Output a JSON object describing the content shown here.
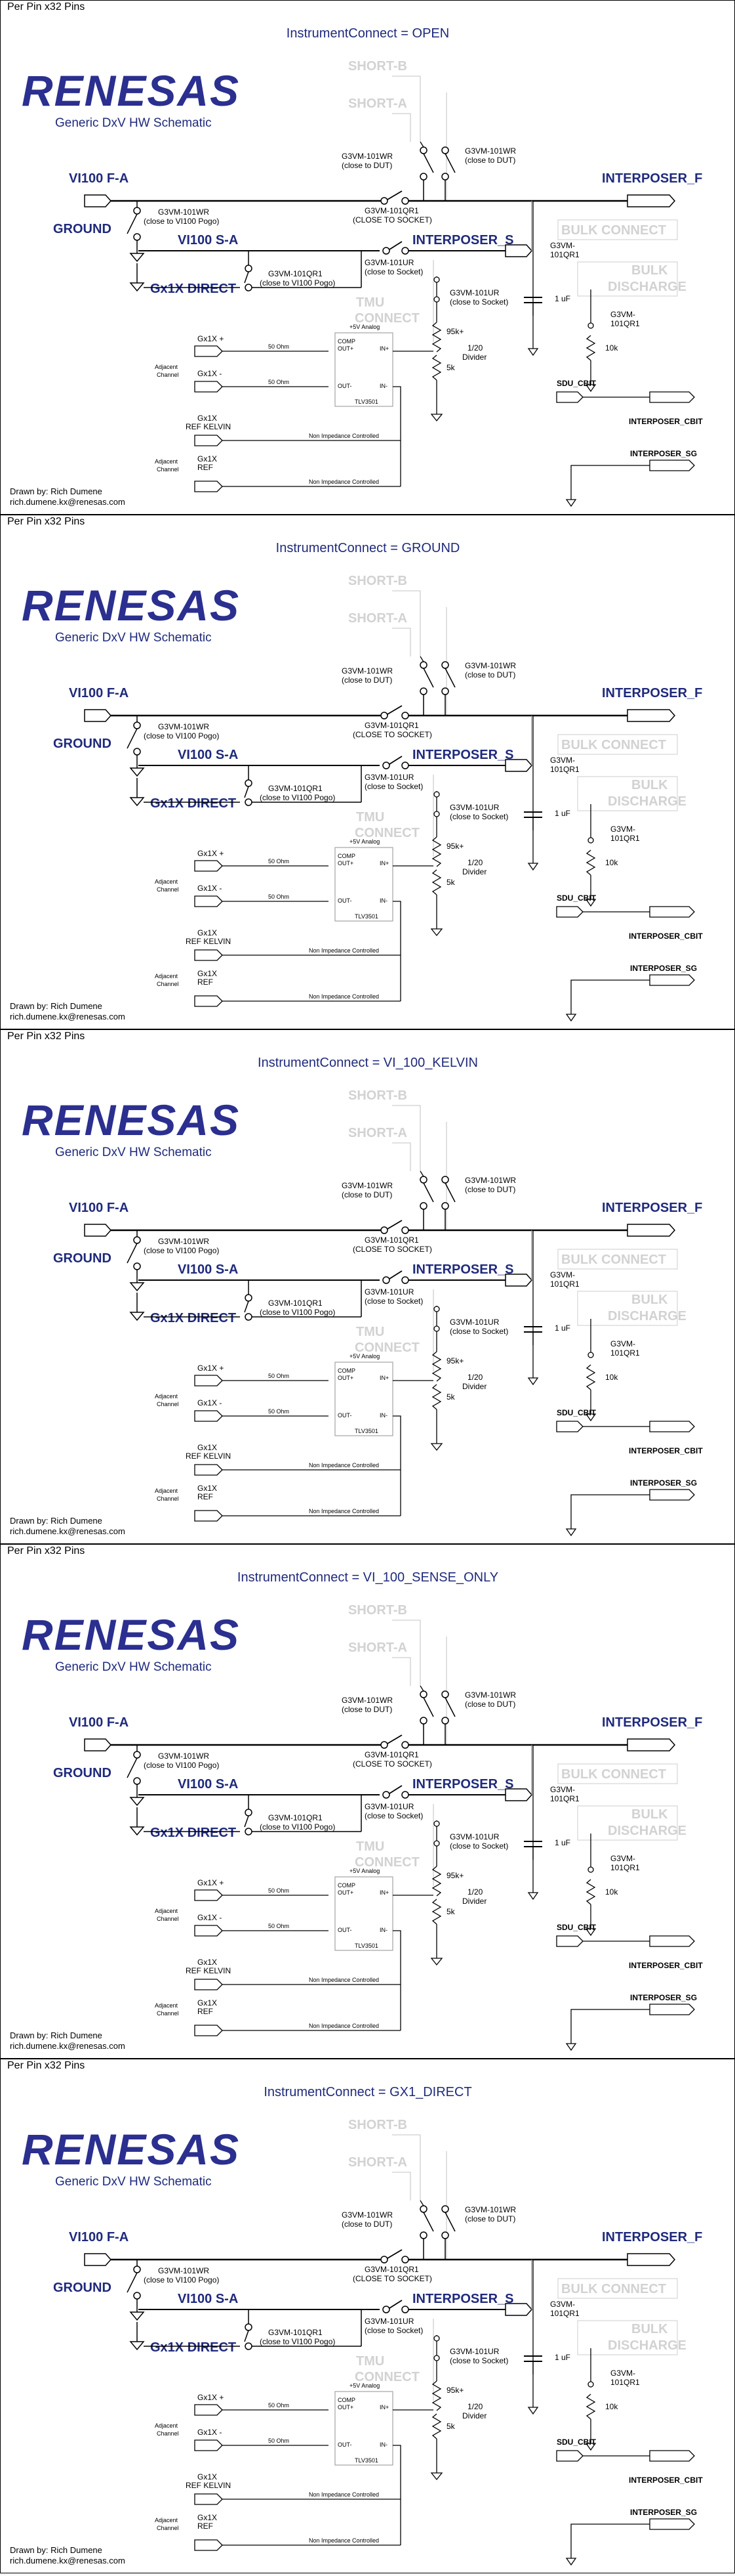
{
  "panel_header": "Per Pin x32 Pins",
  "logo_text": "RENESAS",
  "subtitle": "Generic DxV HW Schematic",
  "modes": [
    "InstrumentConnect = OPEN",
    "InstrumentConnect = GROUND",
    "InstrumentConnect = VI_100_KELVIN",
    "InstrumentConnect = VI_100_SENSE_ONLY",
    "InstrumentConnect = GX1_DIRECT"
  ],
  "nets": {
    "vi100_fa": "VI100 F-A",
    "ground": "GROUND",
    "vi100_sa": "VI100 S-A",
    "gx1x_direct": "Gx1X DIRECT",
    "interposer_f": "INTERPOSER_F",
    "interposer_s": "INTERPOSER_S",
    "short_b": "SHORT-B",
    "short_a": "SHORT-A",
    "bulk_connect": "BULK CONNECT",
    "bulk_discharge_1": "BULK",
    "bulk_discharge_2": "DISCHARGE",
    "tmu_connect_1": "TMU",
    "tmu_connect_2": "CONNECT",
    "sdu_cbit": "SDU_CBIT",
    "interposer_cbit": "INTERPOSER_CBIT",
    "interposer_sg": "INTERPOSER_SG"
  },
  "labels": {
    "relay_wr": "G3VM-101WR",
    "close_dut": "(close to DUT)",
    "relay_qr1": "G3VM-101QR1",
    "close_socket_caps": "(CLOSE TO SOCKET)",
    "close_vi100": "(close to VI100 Pogo)",
    "relay_ur": "G3VM-101UR",
    "close_socket": "(close to Socket)",
    "relay_bulk_1": "G3VM-",
    "relay_bulk_2": "101QR1",
    "cap": "1 uF",
    "r95k": "95k+",
    "r5k": "5k",
    "r10k": "10k",
    "divider_1": "1/20",
    "divider_2": "Divider",
    "gx1x_plus": "Gx1X +",
    "gx1x_minus": "Gx1X -",
    "ohm50": "50 Ohm",
    "gx1x_ref_kelvin_1": "Gx1X",
    "gx1x_ref_kelvin_2": "REF KELVIN",
    "gx1x_ref_1": "Gx1X",
    "gx1x_ref_2": "REF",
    "adjacent_1": "Adjacent",
    "adjacent_2": "Channel",
    "comp": "COMP",
    "out_plus": "OUT+",
    "out_minus": "OUT-",
    "in_plus": "IN+",
    "in_minus": "IN-",
    "tlv": "TLV3501",
    "rail": "+5V Analog",
    "non_impedance": "Non Impedance Controlled"
  },
  "author_line": "Drawn by: Rich Dumene",
  "email_line": "rich.dumene.kx@renesas.com",
  "colors": {
    "brand": "#2b2f8f",
    "ghost": "#cfcfcf",
    "grey_wire": "#8a8a8a"
  }
}
